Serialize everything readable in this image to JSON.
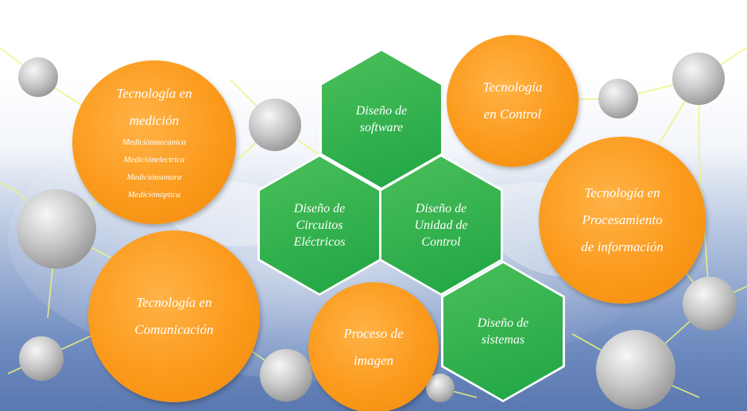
{
  "nodes": {
    "medicion": {
      "title_lines": [
        "Tecnología en",
        "medición"
      ],
      "sub_lines": [
        "Mediciónmecánica",
        "Mediciónelectrica",
        "Mediciónsonora",
        "Mediciónóptica"
      ]
    },
    "control": {
      "lines": [
        "Tecnología",
        "en Control"
      ]
    },
    "procesamiento": {
      "lines": [
        "Tecnología en",
        "Procesamiento",
        "de información"
      ]
    },
    "comunicacion": {
      "lines": [
        "Tecnología en",
        "Comunicación"
      ]
    },
    "imagen": {
      "lines": [
        "Proceso de",
        "imagen"
      ]
    }
  },
  "hexagons": {
    "software": {
      "lines": [
        "Diseño de",
        "software"
      ]
    },
    "circuitos": {
      "lines": [
        "Diseño de",
        "Circuitos",
        "Eléctricos"
      ]
    },
    "unidad": {
      "lines": [
        "Diseño de",
        "Unidad de",
        "Control"
      ]
    },
    "sistemas": {
      "lines": [
        "Diseño de",
        "sistemas"
      ]
    }
  },
  "colors": {
    "orange": "#fb9a1c",
    "green": "#2fb04d",
    "gray_sphere": "#c4c4c4",
    "network_line": "#eef37a",
    "background_blue": "#6f8fc0"
  }
}
